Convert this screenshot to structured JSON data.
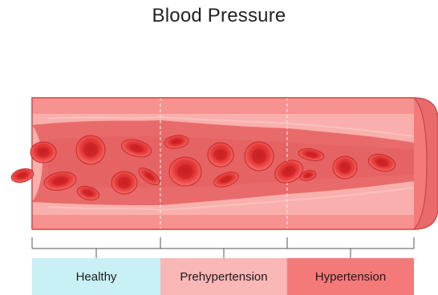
{
  "title": "Blood Pressure",
  "stages": [
    {
      "label": "Healthy",
      "color": "#c9f0f4"
    },
    {
      "label": "Prehypertension",
      "color": "#f9b7b6"
    },
    {
      "label": "Hypertension",
      "color": "#f47a7a"
    }
  ],
  "colors": {
    "vessel_wall": "#f47a7a",
    "vessel_wall_dark": "#e15b5b",
    "vessel_inner": "#f9b0ac",
    "lumen": "#e96a6a",
    "cell": "#e53a3a",
    "cell_center": "#c91f22",
    "cell_highlight": "#ff8b86"
  }
}
